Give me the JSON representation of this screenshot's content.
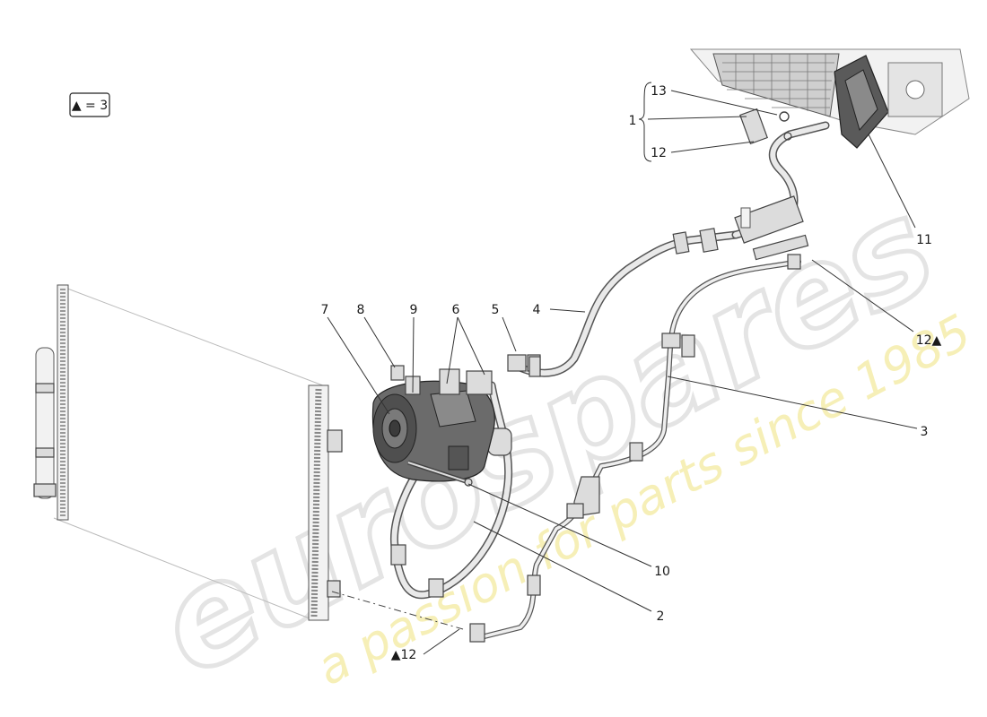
{
  "legend": {
    "text": "▲ = 3"
  },
  "callouts": {
    "c1": "1",
    "c2": "2",
    "c3": "3",
    "c4": "4",
    "c5": "5",
    "c6": "6",
    "c7": "7",
    "c8": "8",
    "c9": "9",
    "c10": "10",
    "c11": "11",
    "c12_top": "12",
    "c12_right": "12▲",
    "c12_bottom": "▲12",
    "c13": "13"
  },
  "watermark": {
    "brand": "eurospares",
    "tagline": "a passion for parts since 1985"
  },
  "colors": {
    "line": "#333333",
    "part_fill": "#dcdcdc",
    "compressor": "#6b6b6b",
    "watermark_gray": "#e6e6e6",
    "watermark_yellow": "#f3eaa0"
  }
}
